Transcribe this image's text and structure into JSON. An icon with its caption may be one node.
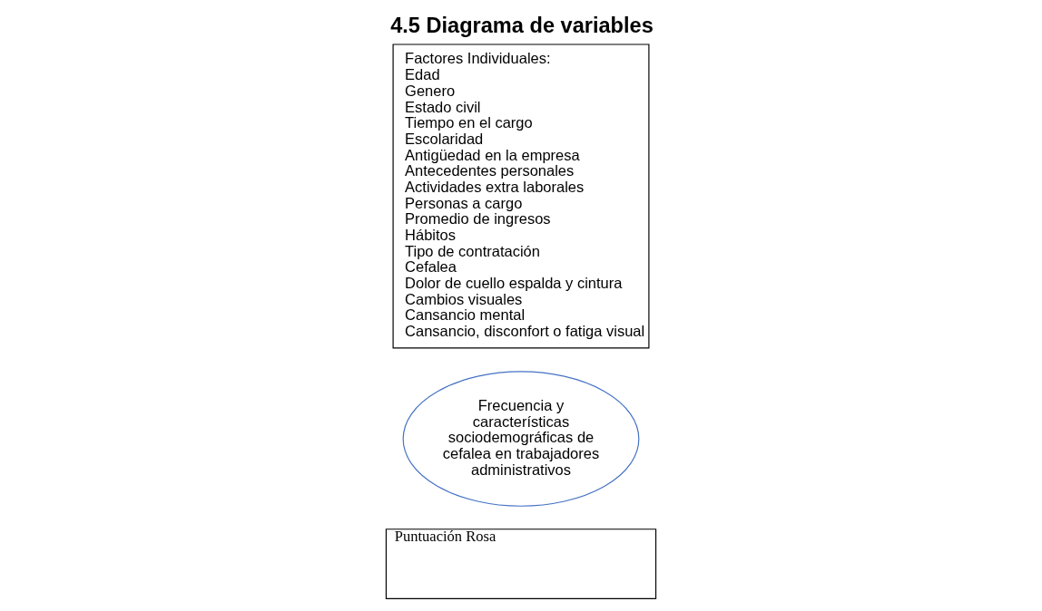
{
  "diagram": {
    "title": "4.5 Diagrama de variables",
    "nodes": [
      {
        "text": [
          "Factores Individuales:",
          "Edad",
          "Genero",
          "Estado civil",
          "Tiempo en el cargo",
          "Escolaridad",
          "Antigüedad en la empresa",
          "Antecedentes personales",
          "Actividades extra laborales",
          "Personas a cargo",
          "Promedio de ingresos",
          "Hábitos",
          "Tipo de contratación",
          "Cefalea",
          "Dolor de cuello espalda y cintura",
          "Cambios visuales",
          "Cansancio mental",
          "Cansancio, disconfort o fatiga visual"
        ]
      },
      {
        "text": [
          "Frecuencia y características sociodemográficas de cefalea en trabajadores administrativos"
        ]
      },
      {
        "text": [
          "Puntuación Rosa"
        ]
      }
    ],
    "edges": []
  }
}
